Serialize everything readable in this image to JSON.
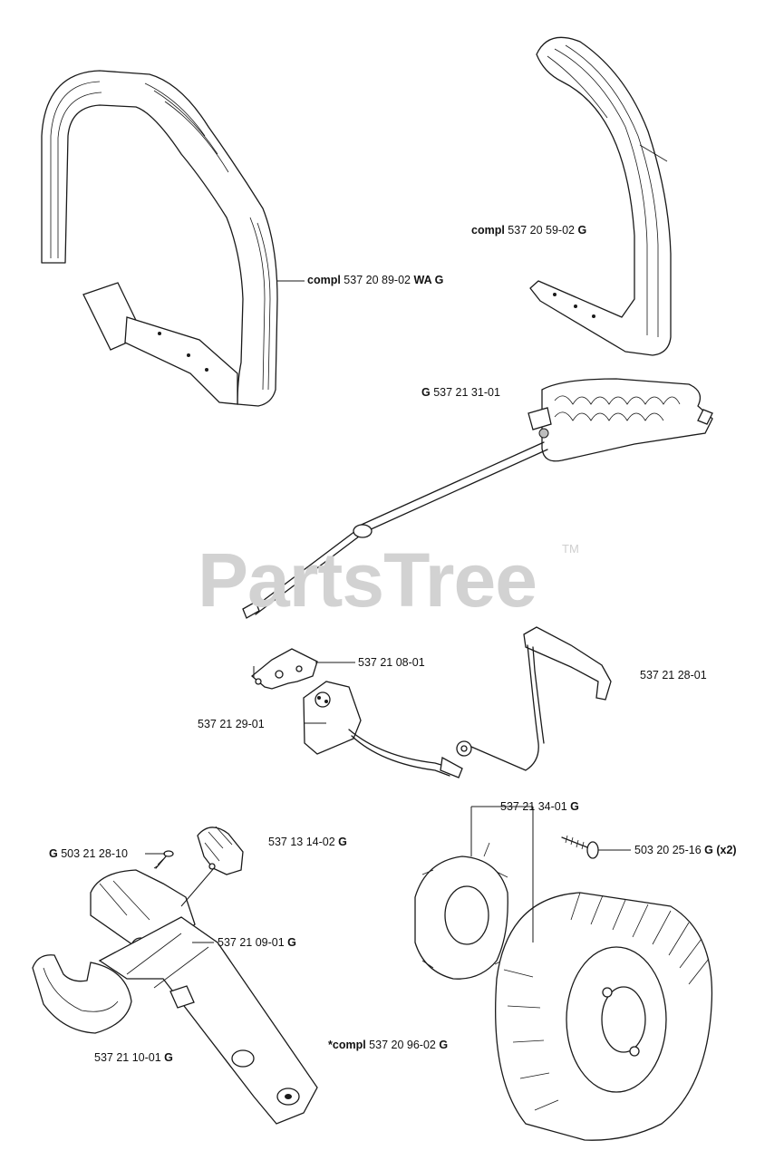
{
  "watermark": {
    "text": "PartsTree",
    "trademark": "TM"
  },
  "labels": [
    {
      "id": "front-handle",
      "prefix": "compl",
      "number": "537 20 89-02",
      "suffix": "WA G"
    },
    {
      "id": "rear-handle",
      "prefix": "compl",
      "number": "537 20 59-02",
      "suffix": "G"
    },
    {
      "id": "throttle-trigger",
      "prefix": "G",
      "number": "537 21 31-01",
      "suffix": ""
    },
    {
      "id": "bracket",
      "prefix": "",
      "number": "537 21 08-01",
      "suffix": ""
    },
    {
      "id": "ignition-cable",
      "prefix": "",
      "number": "537 21 28-01",
      "suffix": ""
    },
    {
      "id": "ignition-module",
      "prefix": "",
      "number": "537 21 29-01",
      "suffix": ""
    },
    {
      "id": "screw-small",
      "prefix": "G",
      "number": "503 21 28-10",
      "suffix": ""
    },
    {
      "id": "cam",
      "prefix": "",
      "number": "537 13 14-02",
      "suffix": "G"
    },
    {
      "id": "starter-pawl-housing",
      "prefix": "",
      "number": "537 21 34-01",
      "suffix": "G"
    },
    {
      "id": "flywheel-screw",
      "prefix": "",
      "number": "503 20 25-16",
      "suffix": "G (x2)"
    },
    {
      "id": "guard-plate",
      "prefix": "",
      "number": "537 21 09-01",
      "suffix": "G"
    },
    {
      "id": "handguard",
      "prefix": "",
      "number": "537 21 10-01",
      "suffix": "G"
    },
    {
      "id": "flywheel",
      "prefix": "*compl",
      "number": "537 20 96-02",
      "suffix": "G"
    }
  ]
}
